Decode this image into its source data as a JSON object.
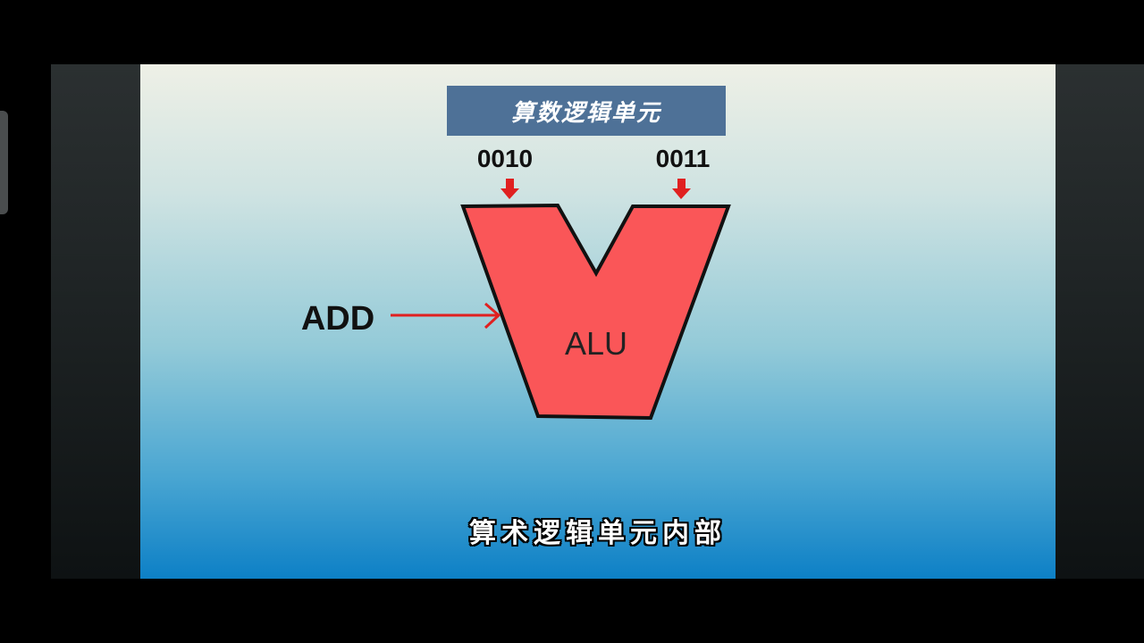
{
  "slide": {
    "title": "算数逻辑单元",
    "subtitle": "算术逻辑单元内部"
  },
  "diagram": {
    "input_a": "0010",
    "input_b": "0011",
    "operation": "ADD",
    "unit_label": "ALU"
  },
  "colors": {
    "alu_fill": "#fa5658",
    "arrow": "#e02020",
    "title_bar": "#4e7197"
  }
}
